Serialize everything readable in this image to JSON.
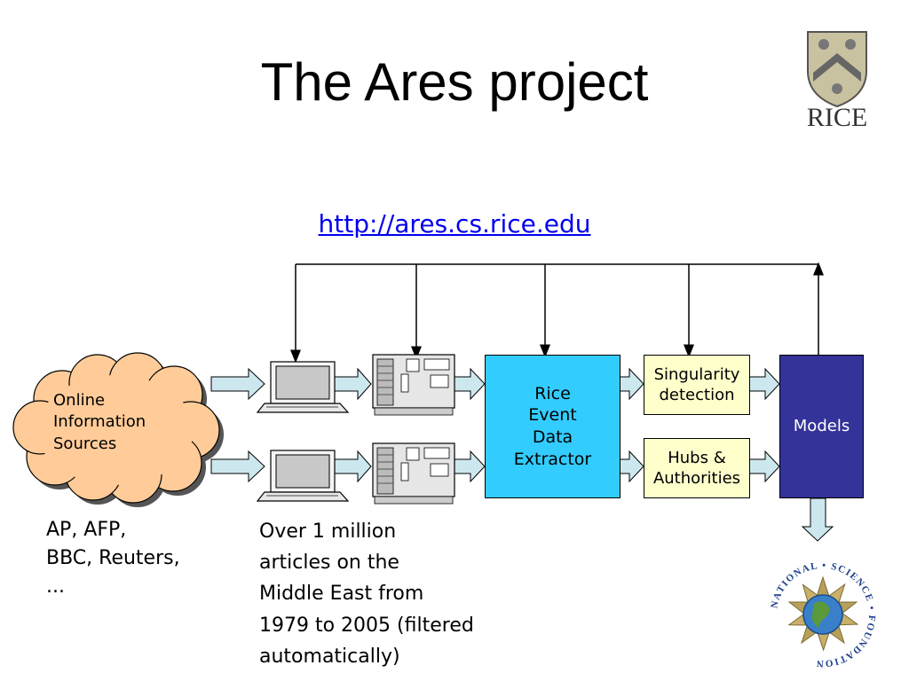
{
  "title": "The Ares project",
  "url": "http://ares.cs.rice.edu",
  "cloud": {
    "label": "Online\nInformation\nSources"
  },
  "extractor": {
    "label": "Rice\nEvent\nData\nExtractor"
  },
  "singularity": {
    "label": "Singularity\ndetection"
  },
  "hubs": {
    "label": "Hubs &\nAuthorities"
  },
  "models": {
    "label": "Models"
  },
  "notes": {
    "sources": "AP, AFP,\nBBC, Reuters,\n...",
    "articles": "Over 1 million\narticles on the\nMiddle East from\n1979 to 2005 (filtered\nautomatically)"
  },
  "logos": {
    "rice": {
      "text": "RICE"
    },
    "nsf": {
      "text": "NATIONAL • SCIENCE • FOUNDATION"
    }
  },
  "colors": {
    "arrow_fill": "#cce8ee",
    "cloud_fill": "#ffcc99",
    "extractor_fill": "#33ccff",
    "yellow_box_fill": "#ffffcc",
    "models_fill": "#333399",
    "link": "#0000ee"
  },
  "icons": [
    "laptop-icon",
    "server-icon",
    "rice-shield-icon",
    "nsf-globe-icon"
  ]
}
